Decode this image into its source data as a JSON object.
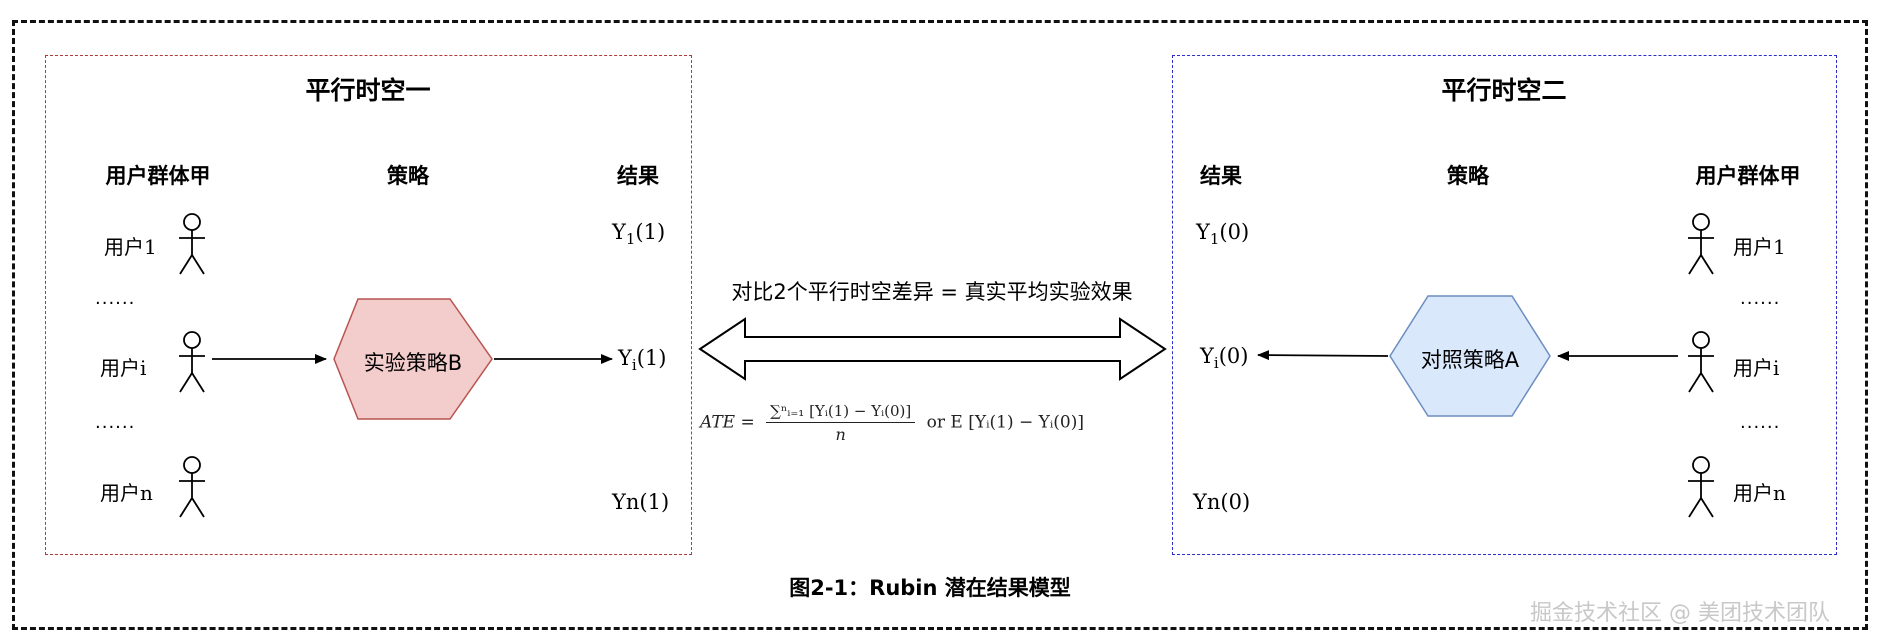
{
  "left_universe": {
    "title": "平行时空一",
    "headers": {
      "users": "用户群体甲",
      "strategy": "策略",
      "outcome": "结果"
    },
    "users": [
      {
        "name": "用户",
        "index": "1"
      },
      {
        "name": "用户",
        "index": "i"
      },
      {
        "name": "用户",
        "index": "n"
      }
    ],
    "ellipsis": "......",
    "strategy_label": "实验策略B",
    "outcomes": [
      {
        "base": "Y",
        "sub": "1",
        "arg": "(1)"
      },
      {
        "base": "Y",
        "sub": "i",
        "arg": "(1)"
      },
      {
        "base": "Yn",
        "sub": "",
        "arg": "(1)"
      }
    ],
    "border_color": "#b03a3a",
    "hex_fill": "#f3cccc",
    "hex_stroke": "#b85450"
  },
  "right_universe": {
    "title": "平行时空二",
    "headers": {
      "outcome": "结果",
      "strategy": "策略",
      "users": "用户群体甲"
    },
    "users": [
      {
        "name": "用户",
        "index": "1"
      },
      {
        "name": "用户",
        "index": "i"
      },
      {
        "name": "用户",
        "index": "n"
      }
    ],
    "ellipsis": "......",
    "strategy_label": "对照策略A",
    "outcomes": [
      {
        "base": "Y",
        "sub": "1",
        "arg": "(0)"
      },
      {
        "base": "Y",
        "sub": "i",
        "arg": "(0)"
      },
      {
        "base": "Yn",
        "sub": "",
        "arg": "(0)"
      }
    ],
    "border_color": "#2d2dc8",
    "hex_fill": "#dae8fc",
    "hex_stroke": "#6c8ebf"
  },
  "comparison": {
    "label": "对比2个平行时空差异 = 真实平均实验效果",
    "formula_lhs": "ATE =",
    "formula_numerator": "∑ⁿᵢ₌₁ [Yᵢ(1) − Yᵢ(0)]",
    "formula_denominator": "n",
    "formula_or": "or",
    "formula_expectation": "E [Yᵢ(1) − Yᵢ(0)]"
  },
  "caption": "图2-1：Rubin 潜在结果模型",
  "watermark": "掘金技术社区 @ 美团技术团队"
}
